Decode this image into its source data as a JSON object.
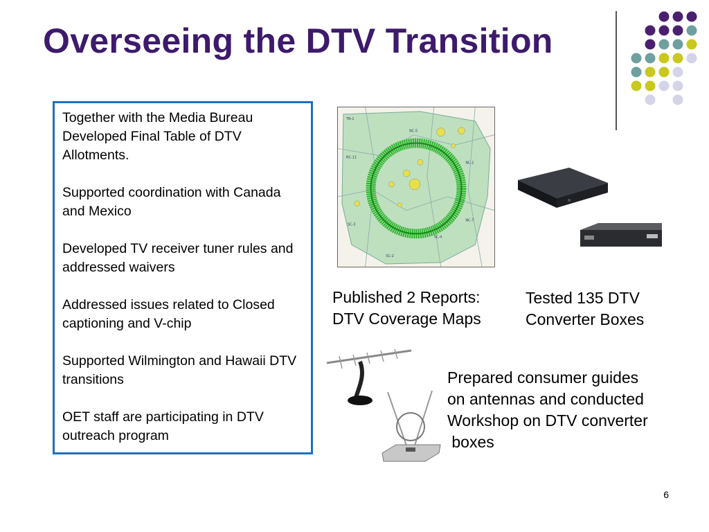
{
  "slide": {
    "title": "Overseeing the DTV Transition",
    "bullets": [
      "Together with the Media Bureau Developed Final Table of DTV Allotments.",
      "Supported coordination with Canada and Mexico",
      "Developed TV receiver tuner rules and addressed waivers",
      "Addressed issues related to Closed captioning and V-chip",
      "Supported Wilmington and Hawaii DTV transitions",
      "OET staff are participating in DTV outreach program"
    ],
    "captions": {
      "reports_line1": "Published 2 Reports:",
      "reports_line2": "DTV Coverage Maps",
      "tested_line1": "Tested 135 DTV",
      "tested_line2": "Converter Boxes",
      "guides_line1": "Prepared consumer guides",
      "guides_line2": "on antennas and conducted",
      "guides_line3": "Workshop on DTV converter",
      "guides_line4": " boxes"
    },
    "page_number": "6"
  },
  "colors": {
    "title": "#3d1a6b",
    "border": "#1e6fbf",
    "dot_purple": "#4b1f6f",
    "dot_teal": "#6f9f9f",
    "dot_yellow": "#c8c81e",
    "dot_lavender": "#d4d4e8"
  },
  "icons": {
    "map": "coverage-map-image",
    "converter_box_1": "converter-box-image",
    "converter_box_2": "converter-box-image",
    "antenna_1": "outdoor-antenna-image",
    "antenna_2": "loop-antenna-image"
  }
}
